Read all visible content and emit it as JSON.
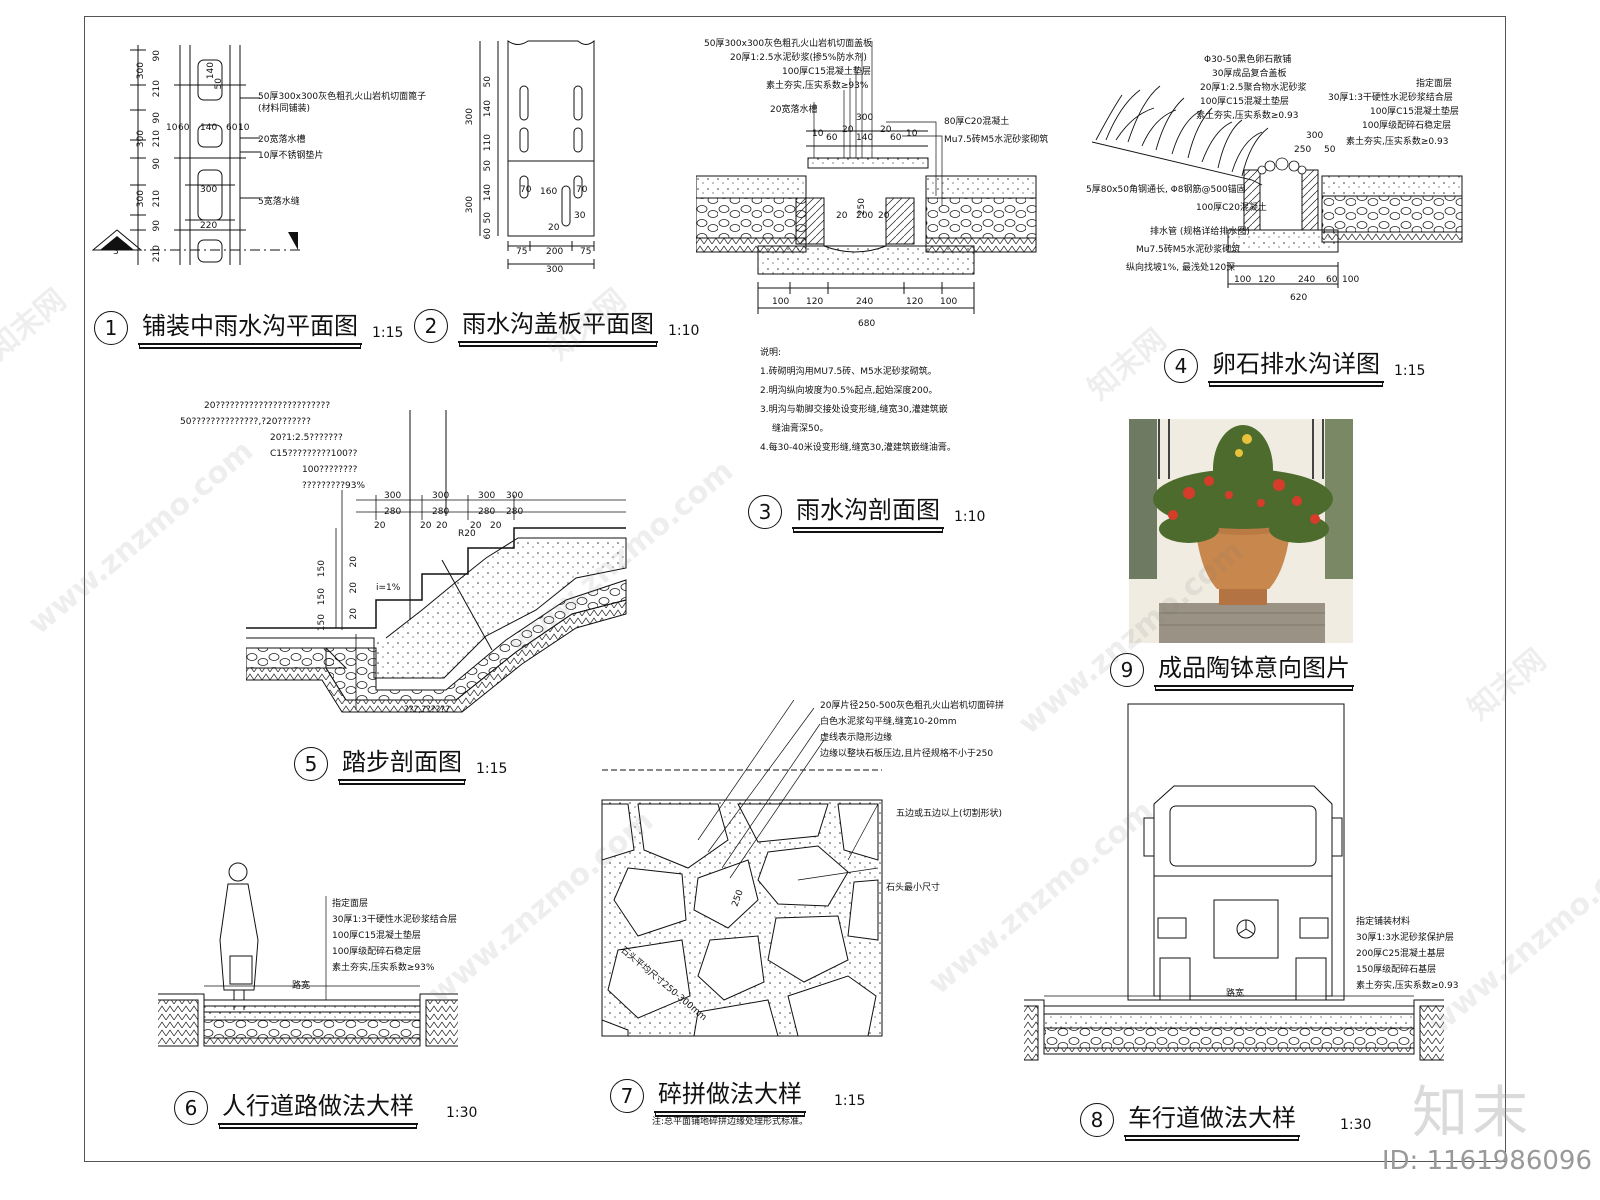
{
  "titles": {
    "d1": {
      "num": "1",
      "name": "铺装中雨水沟平面图",
      "scale": "1:15"
    },
    "d2": {
      "num": "2",
      "name": "雨水沟盖板平面图",
      "scale": "1:10"
    },
    "d3": {
      "num": "3",
      "name": "雨水沟剖面图",
      "scale": "1:10"
    },
    "d4": {
      "num": "4",
      "name": "卵石排水沟详图",
      "scale": "1:15"
    },
    "d5": {
      "num": "5",
      "name": "踏步剖面图",
      "scale": "1:15"
    },
    "d6": {
      "num": "6",
      "name": "人行道路做法大样",
      "scale": "1:30"
    },
    "d7": {
      "num": "7",
      "name": "碎拼做法大样",
      "scale": "1:15"
    },
    "d8": {
      "num": "8",
      "name": "车行道做法大样",
      "scale": "1:30"
    },
    "d9": {
      "num": "9",
      "name": "成品陶钵意向图片",
      "scale": ""
    }
  },
  "d1": {
    "labels": [
      "50厚300x300灰色粗孔火山岩机切面篦子",
      "(材料同铺装)",
      "20宽落水槽",
      "10厚不锈钢垫片",
      "5宽落水缝"
    ],
    "dims": [
      "300",
      "90",
      "210",
      "90",
      "300",
      "210",
      "90",
      "300",
      "210",
      "90",
      "210",
      "140",
      "50",
      "20",
      "10",
      "60",
      "140",
      "60",
      "10",
      "300",
      "220",
      "20"
    ],
    "section_mark": "3"
  },
  "d2": {
    "dims_v": [
      "300",
      "50",
      "140",
      "110",
      "50",
      "300",
      "140",
      "50",
      "60",
      "50"
    ],
    "dims_in": [
      "70",
      "160",
      "70",
      "20",
      "30"
    ],
    "dims_h": [
      "75",
      "200",
      "75",
      "300"
    ]
  },
  "d3": {
    "labels": [
      "50厚300x300灰色粗孔火山岩机切面盖板",
      "20厚1:2.5水泥砂浆(掺5%防水剂)",
      "100厚C15混凝土垫层",
      "素土夯实,压实系数≥93%",
      "20宽落水槽",
      "80厚C20混凝土",
      "Mu7.5砖M5水泥砂浆砌筑"
    ],
    "dims_top": [
      "300",
      "10",
      "60",
      "20",
      "140",
      "20",
      "60",
      "10"
    ],
    "dims_mid": [
      "250",
      "20",
      "200",
      "20"
    ],
    "dims_bottom": [
      "100",
      "120",
      "240",
      "120",
      "100"
    ],
    "total": "680",
    "notes_title": "说明:",
    "notes": [
      "1.砖砌明沟用MU7.5砖、M5水泥砂浆砌筑。",
      "2.明沟纵向坡度为0.5%起点,起始深度200。",
      "3.明沟与勒脚交接处设变形缝,缝宽30,灌建筑嵌",
      "缝油膏深50。",
      "4.每30-40米设变形缝,缝宽30,灌建筑嵌缝油膏。"
    ]
  },
  "d4": {
    "labels_left": [
      "Φ30-50黑色卵石散铺",
      "30厚成品复合盖板",
      "20厚1:2.5聚合物水泥砂浆",
      "100厚C15混凝土垫层",
      "素土夯实,压实系数≥0.93"
    ],
    "labels_right": [
      "指定面层",
      "30厚1:3干硬性水泥砂浆结合层",
      "100厚C15混凝土垫层",
      "100厚级配碎石稳定层",
      "素土夯实,压实系数≥0.93"
    ],
    "labels_side": [
      "5厚80x50角钢通长, Φ8钢筋@500锚固",
      "100厚C20混凝土",
      "排水管 (规格详给排水图)",
      "Mu7.5砖M5水泥砂浆砌筑",
      "纵向找坡1%, 最浅处120深"
    ],
    "dims": [
      "300",
      "250",
      "50",
      "100",
      "120",
      "240",
      "60",
      "100",
      "620"
    ]
  },
  "d5": {
    "labels": [
      "20????????????????????????",
      "50??????????????,?20???????",
      "20?1:2.5???????",
      "C15?????????100??",
      "100????????",
      "?????????93%",
      "???,??????"
    ],
    "dims_top": [
      "300",
      "280",
      "300",
      "280",
      "300",
      "280",
      "300",
      "280"
    ],
    "dims_small": [
      "20",
      "20",
      "20",
      "20",
      "20",
      "R20"
    ],
    "dims_v": [
      "150",
      "20",
      "150",
      "20",
      "150",
      "20"
    ],
    "slope": "i=1%"
  },
  "d6": {
    "labels": [
      "指定面层",
      "30厚1:3干硬性水泥砂浆结合层",
      "100厚C15混凝土垫层",
      "100厚级配碎石稳定层",
      "素土夯实,压实系数≥93%"
    ],
    "width": "路宽"
  },
  "d7": {
    "labels": [
      "20厚片径250-500灰色粗孔火山岩机切面碎拼",
      "白色水泥浆勾平缝,缝宽10-20mm",
      "虚线表示隐形边缘",
      "边缘以整块石板压边,且片径规格不小于250",
      "五边或五边以上(切割形状)",
      "石头最小尺寸"
    ],
    "dims": [
      "250",
      "石头平均尺寸250-300mm"
    ],
    "note": "注:总平面铺地碎拼边缘处理形式标准。"
  },
  "d8": {
    "labels": [
      "指定铺装材料",
      "30厚1:3水泥砂浆保护层",
      "200厚C25混凝土基层",
      "150厚级配碎石基层",
      "素土夯实,压实系数≥0.93"
    ],
    "width": "路宽"
  },
  "watermark": "www.znzmo.com",
  "watermark_cn": "知末网",
  "logo": "知末",
  "id_text": "ID: 1161986096"
}
